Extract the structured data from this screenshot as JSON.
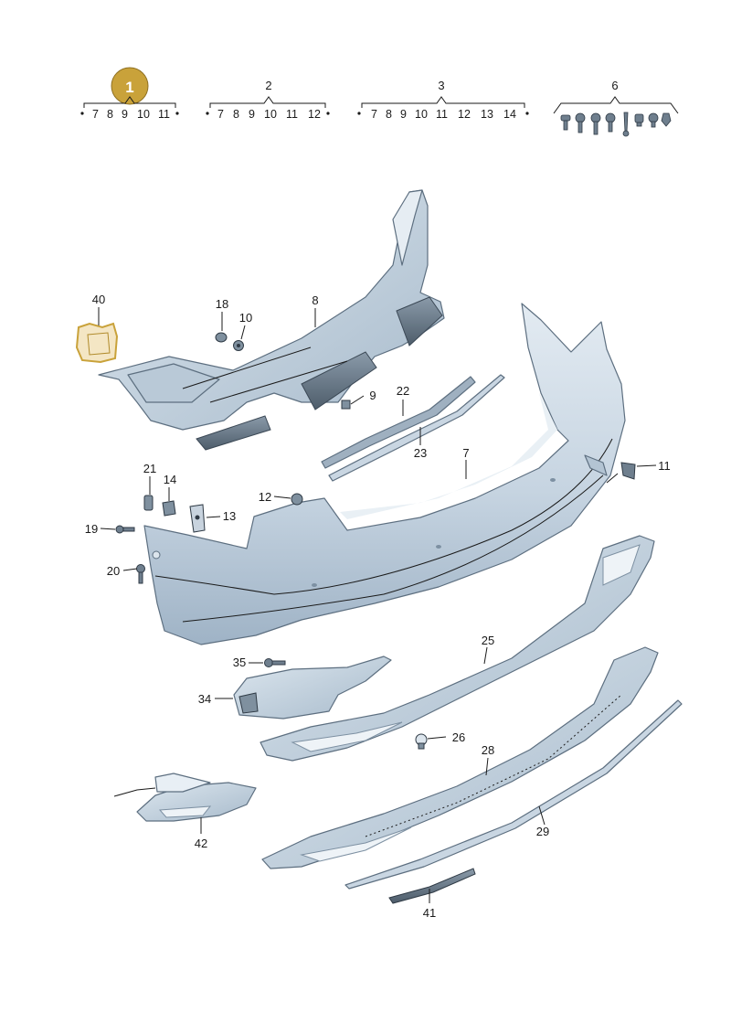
{
  "badge": {
    "label": "1",
    "color": "#c9a23a"
  },
  "kit_groups": [
    {
      "id": "1",
      "items": [
        "7",
        "8",
        "9",
        "10",
        "11"
      ]
    },
    {
      "id": "2",
      "items": [
        "7",
        "8",
        "9",
        "10",
        "11",
        "12"
      ]
    },
    {
      "id": "3",
      "items": [
        "7",
        "8",
        "9",
        "10",
        "11",
        "12",
        "13",
        "14"
      ]
    },
    {
      "id": "6",
      "items": []
    }
  ],
  "callouts": {
    "n40": "40",
    "n18": "18",
    "n10": "10",
    "n8": "8",
    "n9": "9",
    "n22": "22",
    "n23": "23",
    "n7": "7",
    "n11": "11",
    "n21": "21",
    "n14": "14",
    "n12": "12",
    "n13": "13",
    "n19": "19",
    "n20": "20",
    "n25": "25",
    "n35": "35",
    "n34": "34",
    "n26": "26",
    "n28": "28",
    "n42": "42",
    "n29": "29",
    "n41": "41"
  },
  "colors": {
    "part_fill": "#cfdbe6",
    "part_shade": "#a9bccd",
    "highlight": "#f4e6c4"
  }
}
